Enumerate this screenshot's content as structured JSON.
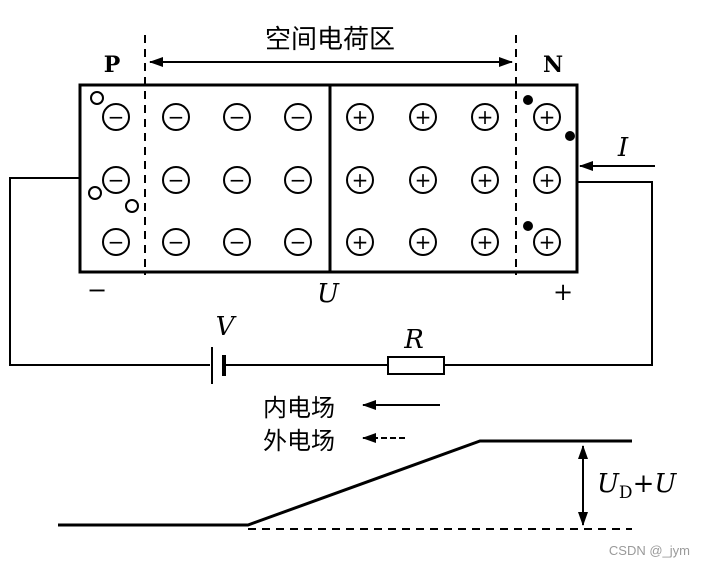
{
  "diagram": {
    "region_label": "空间电荷区",
    "p_label": "P",
    "n_label": "N",
    "current_label": "I",
    "minus_terminal": "−",
    "plus_terminal": "+",
    "voltage_label": "U",
    "battery_label": "V",
    "resistor_label": "R",
    "inner_field_label": "内电场",
    "outer_field_label": "外电场",
    "barrier_label_main": "U",
    "barrier_label_sub": "D",
    "barrier_label_rest": "+U",
    "ion_negative": "−",
    "ion_positive": "+"
  },
  "watermark": "CSDN @_jym"
}
